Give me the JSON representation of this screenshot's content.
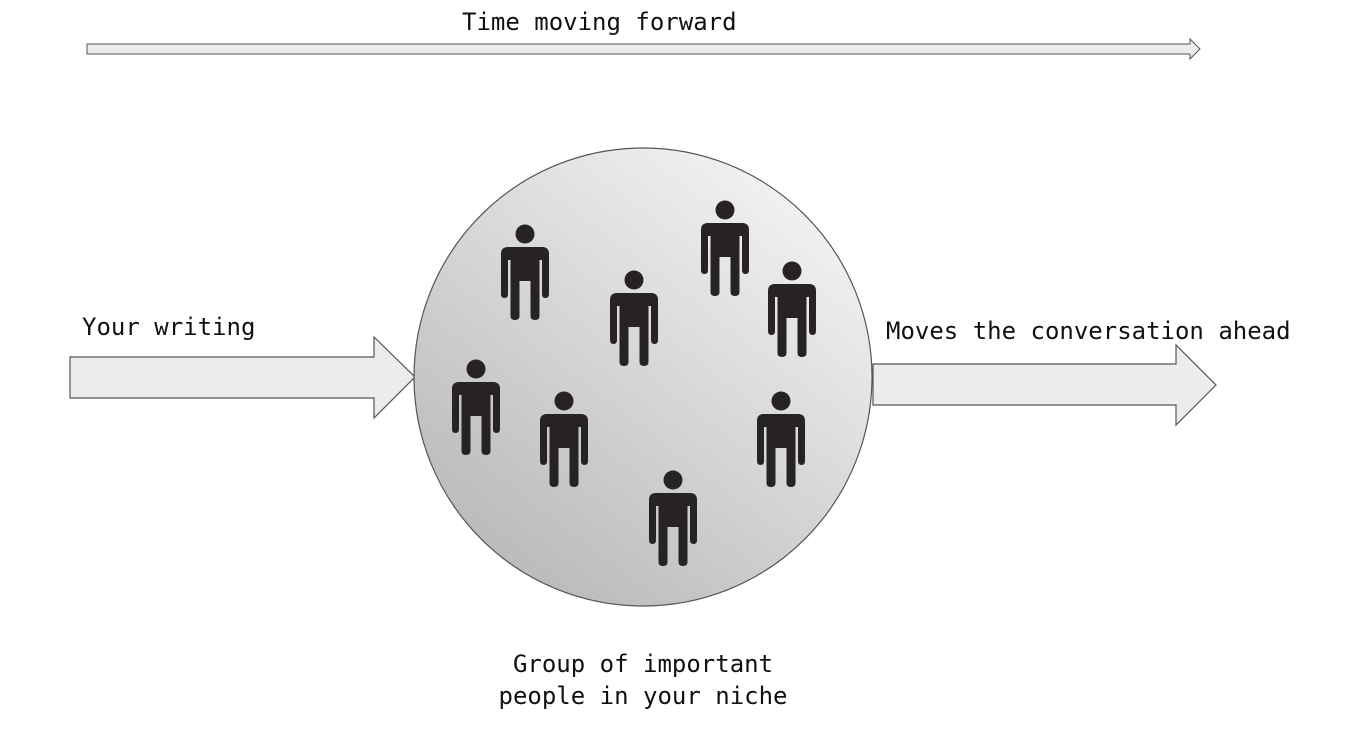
{
  "timeline": {
    "label": "Time moving forward"
  },
  "input": {
    "label": "Your writing"
  },
  "output": {
    "label": "Moves the conversation ahead"
  },
  "group": {
    "caption_line1": "Group of important",
    "caption_line2": "people in your niche",
    "people_count": 8
  },
  "colors": {
    "arrow_fill": "#ececec",
    "arrow_stroke": "#555555",
    "circle_light": "#f2f2f2",
    "circle_dark": "#b9b9b9",
    "person_fill": "#272324"
  },
  "icons": {
    "person": "person-icon"
  }
}
